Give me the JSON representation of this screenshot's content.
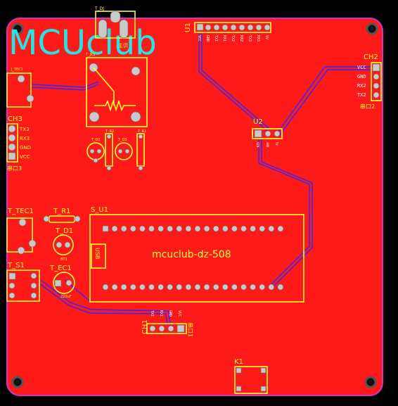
{
  "board": {
    "logo_text": "MCUclub",
    "colors": {
      "background": "#000000",
      "copper": "#ff1a1a",
      "silkscreen": "#ffff33",
      "logo": "#22e6e6",
      "trace": "#2a2aff",
      "keepout": "#cc33cc"
    }
  },
  "labels": {
    "t_dj": "T_DJ",
    "power_label": "主供",
    "t_jk1": "T_JK1",
    "j_tec": "J_TEC1",
    "ch3": "CH3",
    "ch3_pins": [
      "TX3",
      "RX3",
      "GND",
      "VCC"
    ],
    "ch3_sub": "串口3",
    "t_r2": "T_R2",
    "t_r1_small": "T_R1",
    "t_d2": "T_D2",
    "t_d3": "T_D3",
    "u1": "U1",
    "u1_pins": [
      "VCC",
      "GND",
      "TX1",
      "RX1",
      "TX2",
      "RX2",
      "TX3",
      "RX3",
      "5V"
    ],
    "ch2": "CH2",
    "ch2_pins": [
      "VCC",
      "GND",
      "RX2",
      "TX2"
    ],
    "ch2_sub": "串口2",
    "u2": "U2",
    "u2_pins": [
      "VIN",
      "GND",
      "5V"
    ],
    "t_tec1": "T_TEC1",
    "t_r1": "T_R1",
    "t_d1": "T_D1",
    "t_d1_val": "BT1",
    "t_s1": "T_S1",
    "t_ec1": "T_EC1",
    "t_ec1_val": "220uF",
    "s_u1": "S_U1",
    "usb": "USB",
    "mcu_title": "mcuclub-dz-508",
    "ch1": "CH1",
    "ch1_pins": [
      "TX1",
      "RX1",
      "GND",
      "VCC"
    ],
    "ch1_sub": "串口1",
    "k1": "K1"
  }
}
